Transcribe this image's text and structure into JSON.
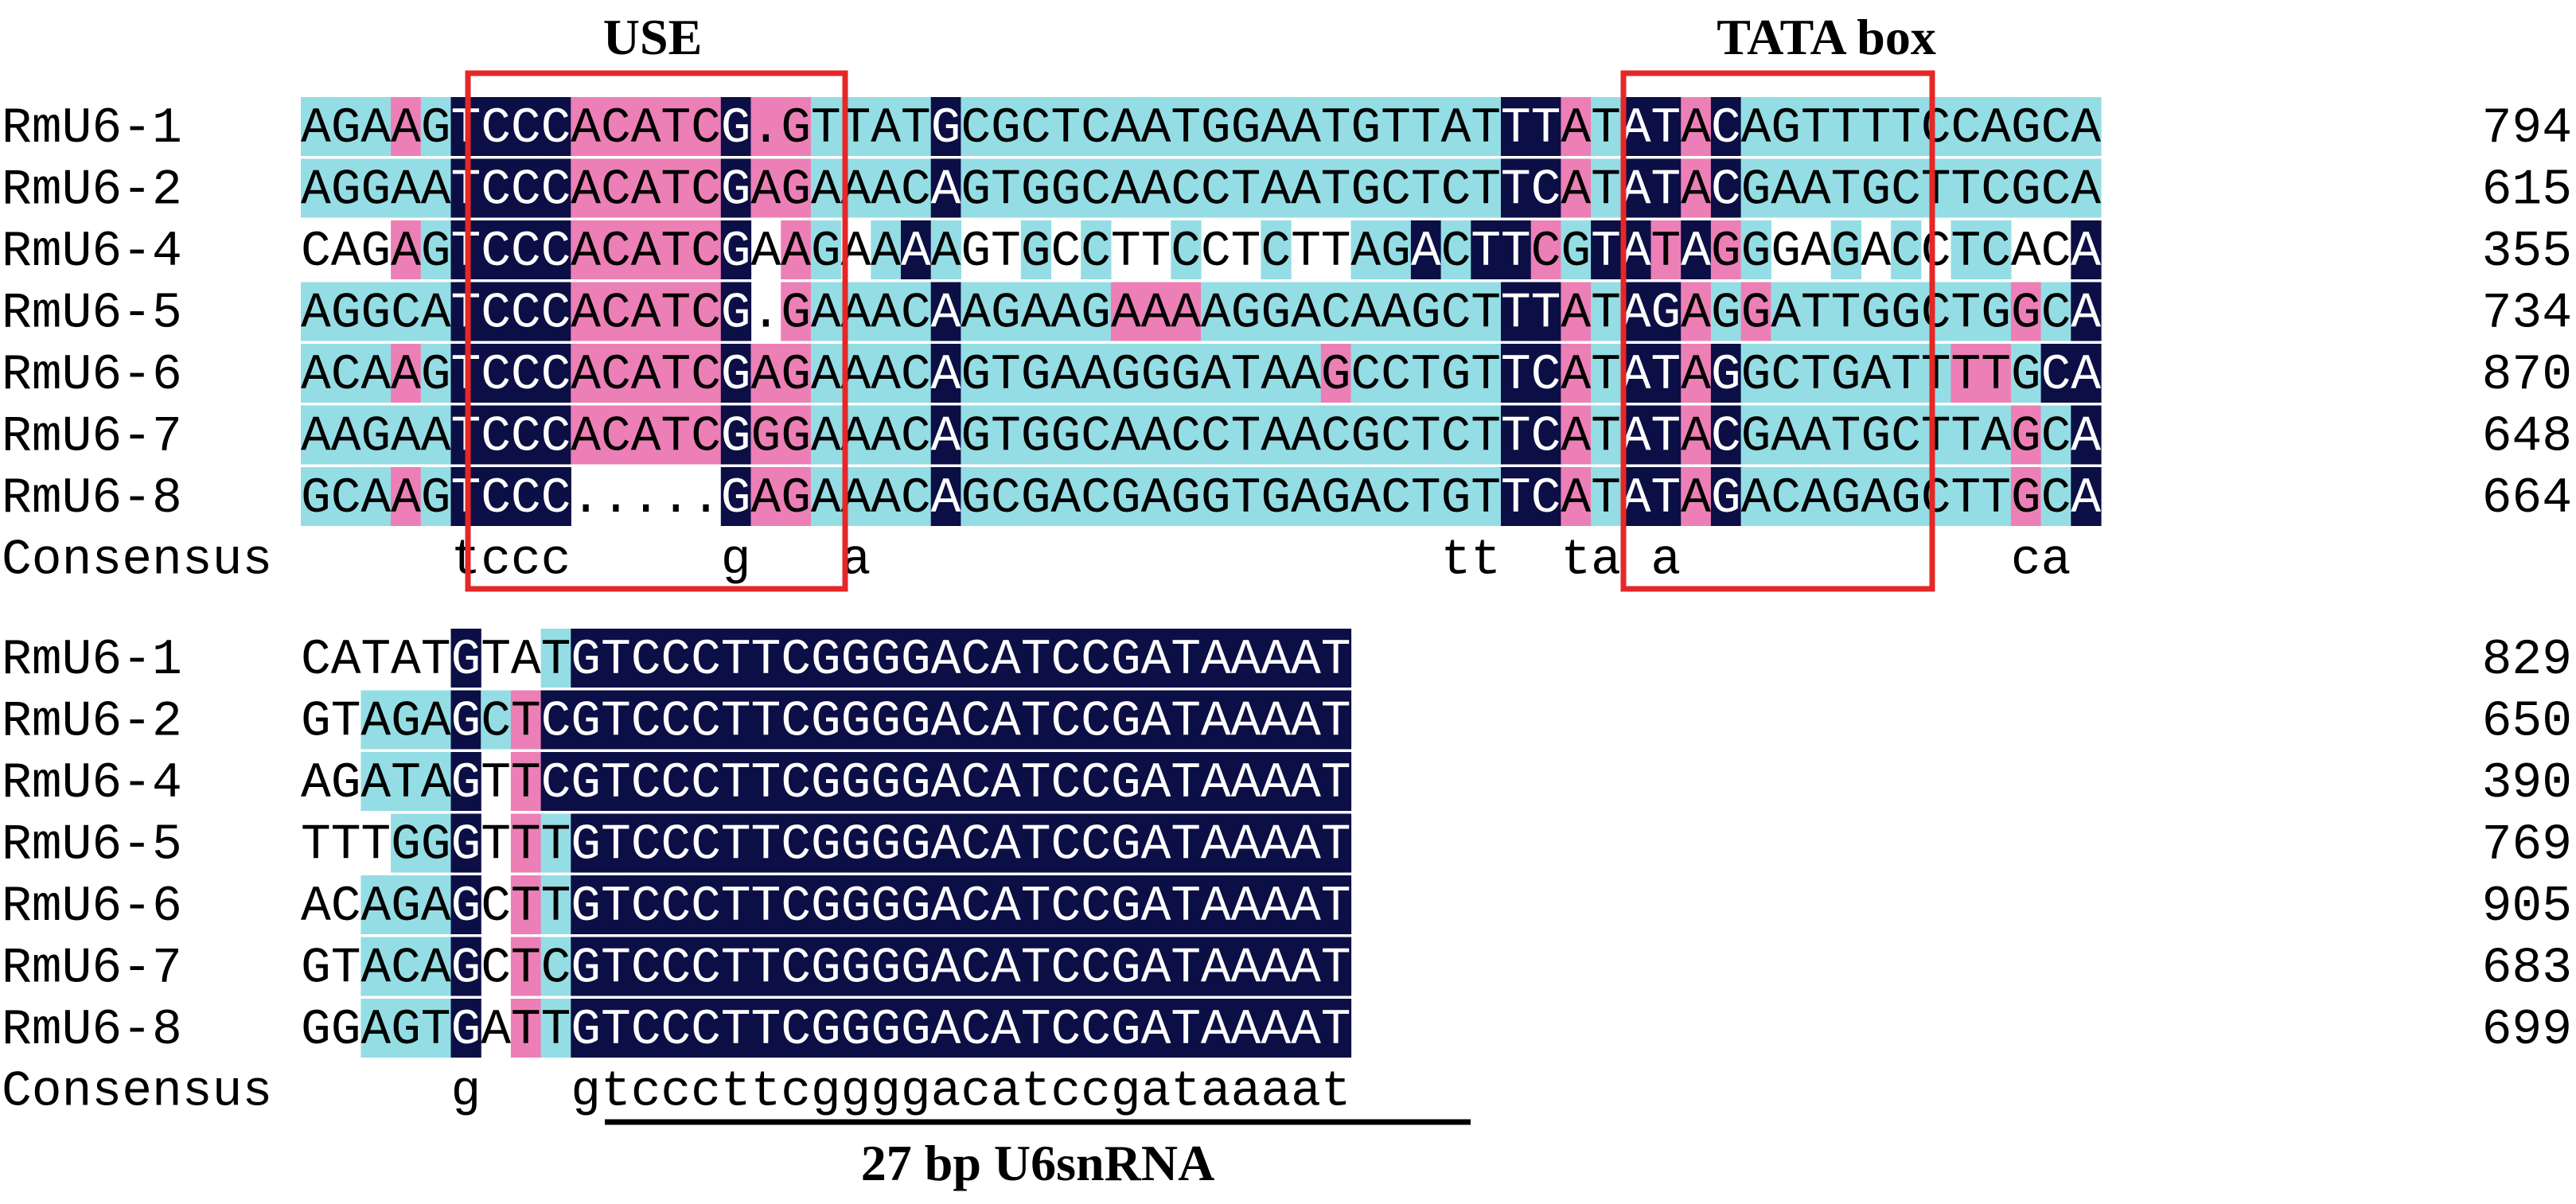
{
  "colors": {
    "identical": "#0c0f45",
    "high": "#ec7fb6",
    "low": "#95dde4",
    "box": "#e52727",
    "text_dark": "#000000",
    "text_light": "#ffffff"
  },
  "annotations": {
    "use_label": "USE",
    "tata_label": "TATA box",
    "snrna_label": "27 bp U6snRNA"
  },
  "consensus_label": "Consensus",
  "blocks": [
    {
      "rows": [
        {
          "name": "RmU6-1",
          "seq": "AGAAGTCCCACATCG.GTTATGCGCTCAATGGAATGTTATTTATATACAGTTTTCCAGCA",
          "cls": "LLLHLDDDDHHHHHDHHLLLLDLLLLLLLLLLLLLLLLLLDDHLDDHDLLLLLLLLLLLLDD",
          "end": "794"
        },
        {
          "name": "RmU6-2",
          "seq": "AGGAATCCCACATCGAGAAACAGTGGCAACCTAATGCTCTTCATATACGAATGCTTCGCA",
          "cls": "LLLLLDDDDHHHHHDHHLLLLDLLLLLLLLLLLLLLLLLLDDHLDDHDLLLLLLLLLLLLDD",
          "end": "615"
        },
        {
          "name": "RmU6-4",
          "seq": "CAGAGTCCCACATCGAAGAAAAGTGCCTTCCTCTTAGACTTCGTATAGGGAGACCTCACA",
          "cls": "...HLDDDDHHHHHD.HL.LDL..L.L..L..L..LLDLDDHLDDHDHL..L.L.LL..DD",
          "end": "355"
        },
        {
          "name": "RmU6-5",
          "seq": "AGGCATCCCACATCG.GAAACAAGAAGAAAAGGACAAGCTTTATAGAGGATTGGCTGGCA",
          "cls": "LLLLLDDDDHHHHHD.HLLLLDLLLLLHHHLLLLLLLLLLDDHLDDHLHLLLLLLLLHLDD",
          "end": "734"
        },
        {
          "name": "RmU6-6",
          "seq": "ACAAGTCCCACATCGAGAAACAGTGAAGGGATAAGCCTGTTCATATAGGCTGATTTTGCA",
          "cls": "LLLHLDDDDHHHHHDHHLLLLDLLLLLLLLLLLLHLLLLLDDHLDDHDLLLLLLLHHLDD",
          "end": "870"
        },
        {
          "name": "RmU6-7",
          "seq": "AAGAATCCCACATCGGGAAACAGTGGCAACCTAACGCTCTTCATATACGAATGCTTAGCA",
          "cls": "LLLLLDDDDHHHHHDHHLLLLDLLLLLLLLLLLLLLLLLLDDHLDDHDLLLLLLLLLHLDD",
          "end": "648"
        },
        {
          "name": "RmU6-8",
          "seq": "GCAAGTCCC.....GAGAAACAGCGACGAGGTGAGACTGTTCATATAGACAGAGCTTGCA",
          "cls": "LLLHLDDDD.....DHHLLLLDLLLLLLLLLLLLLLLLLLDDHLDDHDLLLLLLLLLHLDD",
          "end": "664"
        }
      ],
      "consensus": "     tccc     g   a                   tt  ta a           ca"
    },
    {
      "rows": [
        {
          "name": "RmU6-1",
          "seq": "CATATGTATGTCCCTTCGGGGACATCCGATAAAAT",
          "cls": ".....D..LDDDDDDDDDDDDDDDDDDDDDDDDDD",
          "end": "829"
        },
        {
          "name": "RmU6-2",
          "seq": "GTAGAGCTCGTCCCTTCGGGGACATCCGATAAAAT",
          "cls": "..LLLDLHDDDDDDDDDDDDDDDDDDDDDDDDDDD",
          "end": "650"
        },
        {
          "name": "RmU6-4",
          "seq": "AGATAGTTCGTCCCTTCGGGGACATCCGATAAAAT",
          "cls": "..LLLD.HDDDDDDDDDDDDDDDDDDDDDDDDDDD",
          "end": "390"
        },
        {
          "name": "RmU6-5",
          "seq": "TTTGGGTTTGTCCCTTCGGGGACATCCGATAAAAT",
          "cls": "...LLD.HLDDDDDDDDDDDDDDDDDDDDDDDDDD",
          "end": "769"
        },
        {
          "name": "RmU6-6",
          "seq": "ACAGAGCTTGTCCCTTCGGGGACATCCGATAAAAT",
          "cls": "..LLLD.HLDDDDDDDDDDDDDDDDDDDDDDDDDD",
          "end": "905"
        },
        {
          "name": "RmU6-7",
          "seq": "GTACAGCTCGTCCCTTCGGGGACATCCGATAAAAT",
          "cls": "..LLLD.HLDDDDDDDDDDDDDDDDDDDDDDDDDD",
          "end": "683"
        },
        {
          "name": "RmU6-8",
          "seq": "GGAGTGATTGTCCCTTCGGGGACATCCGATAAAAT",
          "cls": "..LLLD.HLDDDDDDDDDDDDDDDDDDDDDDDDDD",
          "end": "699"
        }
      ],
      "consensus": "     g   gtcccttcggggacatccgataaaat"
    }
  ]
}
